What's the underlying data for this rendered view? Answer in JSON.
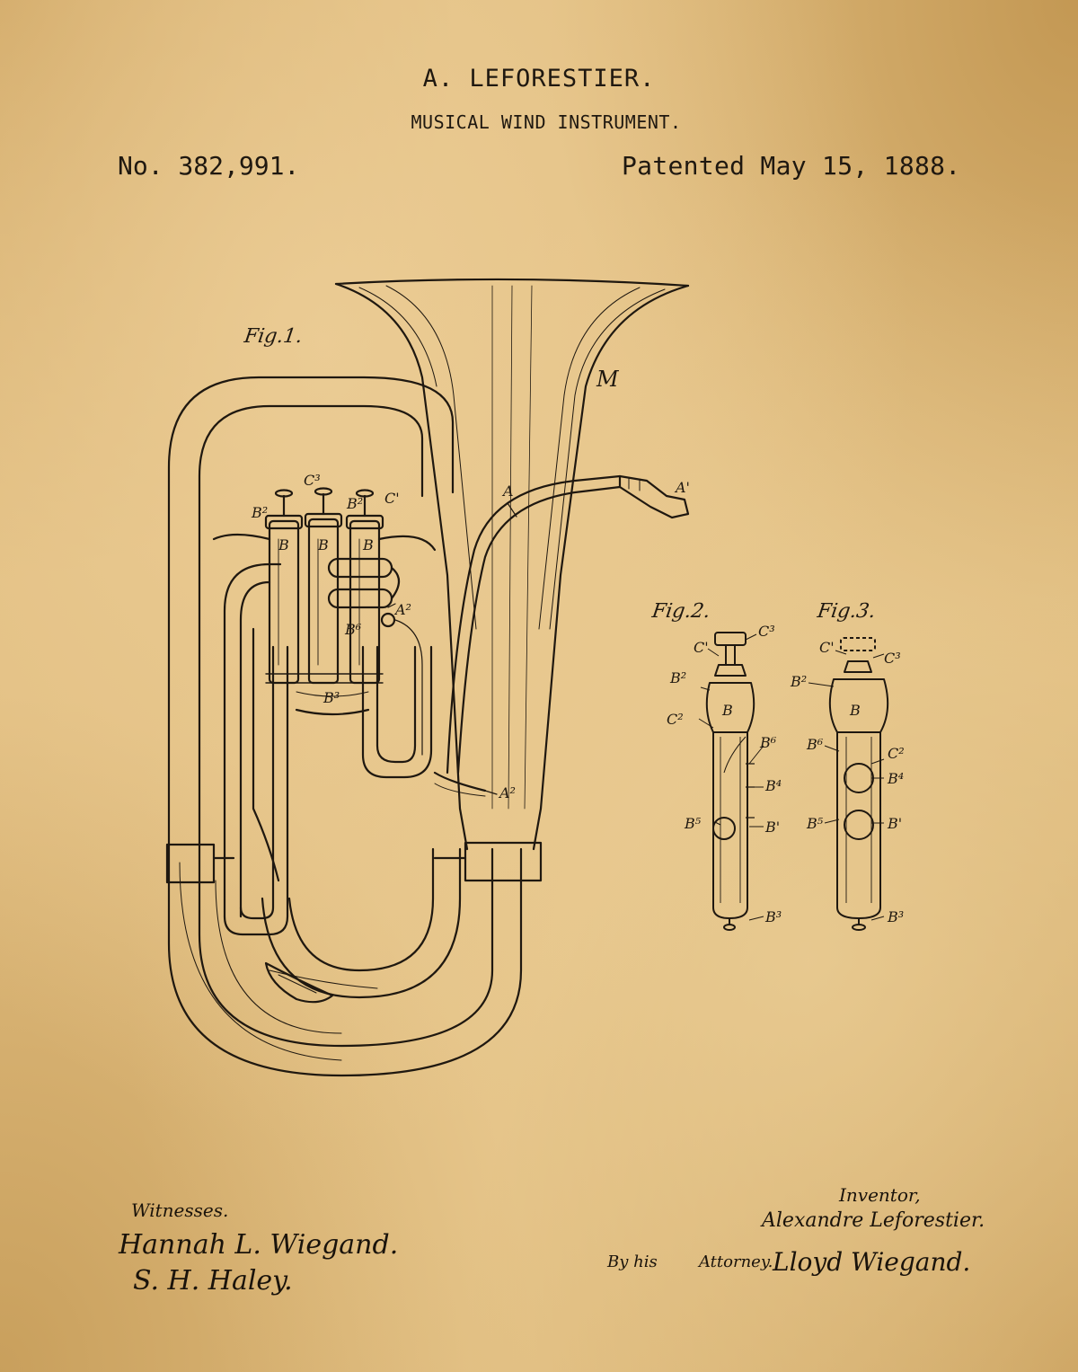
{
  "header": {
    "inventor_name": "A. LEFORESTIER.",
    "title": "MUSICAL WIND INSTRUMENT.",
    "patent_number": "No. 382,991.",
    "patent_date": "Patented May 15, 1888."
  },
  "figures": {
    "fig1_label": "Fig.1.",
    "fig2_label": "Fig.2.",
    "fig3_label": "Fig.3."
  },
  "fig1_refs": {
    "M": "M",
    "A": "A",
    "A1": "A'",
    "A2": "A²",
    "A2b": "A²",
    "C3": "C³",
    "B2a": "B²",
    "B2b": "B²",
    "C1": "C'",
    "Ba": "B",
    "Bb": "B",
    "Bc": "B",
    "B6": "B⁶",
    "B3": "B³"
  },
  "fig2_refs": {
    "C3": "C³",
    "C1": "C'",
    "B2": "B²",
    "B": "B",
    "C2": "C²",
    "B6": "B⁶",
    "B4": "B⁴",
    "B5": "B⁵",
    "B1": "B'",
    "B3": "B³"
  },
  "fig3_refs": {
    "C1": "C'",
    "C3": "C³",
    "B2": "B²",
    "B": "B",
    "B6": "B⁶",
    "C2": "C²",
    "B4": "B⁴",
    "B5": "B⁵",
    "B1": "B'",
    "B3": "B³"
  },
  "footer": {
    "witnesses_label": "Witnesses.",
    "witness_1": "Hannah L. Wiegand.",
    "witness_2": "S. H. Haley.",
    "inventor_label": "Inventor,",
    "inventor_signature": "Alexandre Leforestier.",
    "attorney_prefix": "By his",
    "attorney_label": "Attorney.",
    "attorney_signature": "Lloyd Wiegand."
  },
  "colors": {
    "paper": "#e2bf82",
    "ink": "#1f1810"
  }
}
